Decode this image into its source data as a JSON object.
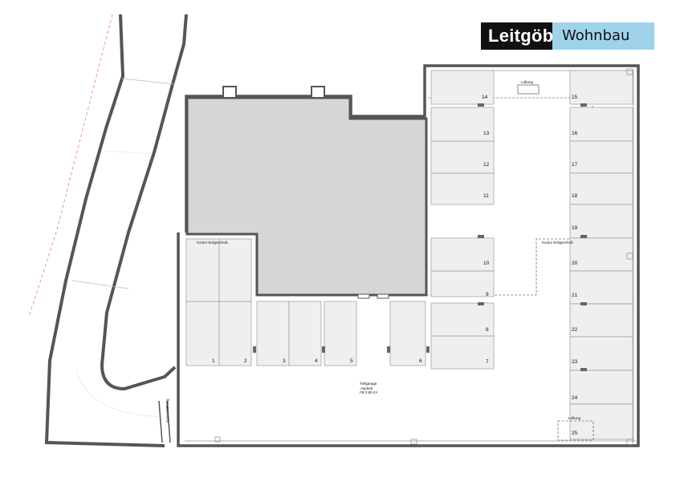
{
  "brand": {
    "name": "Leitgöb",
    "product": "Wohnbau",
    "dark_color": "#111111",
    "light_color": "#9fd3ec"
  },
  "plan": {
    "labels": {
      "kontur_left": "Kontur Erdgeschoß",
      "kontur_right": "Kontur Erdgeschoß",
      "lueftung_top": "Lüftung",
      "lueftung_bottom": "Lüftung",
      "garage_title": "Tiefgarage",
      "garage_sub1": "Asphalt",
      "garage_sub2": "FB 2,85 m²",
      "gasse": "Gassenlüftung"
    },
    "spaces": [
      "1",
      "2",
      "3",
      "4",
      "5",
      "6",
      "7",
      "8",
      "9",
      "10",
      "11",
      "12",
      "13",
      "14",
      "15",
      "16",
      "17",
      "18",
      "19",
      "20",
      "21",
      "22",
      "23",
      "24",
      "25"
    ],
    "colors": {
      "wall": "#555555",
      "building": "#d6d6d6",
      "space": "#efefef",
      "space_line": "#9a9a9a"
    }
  }
}
